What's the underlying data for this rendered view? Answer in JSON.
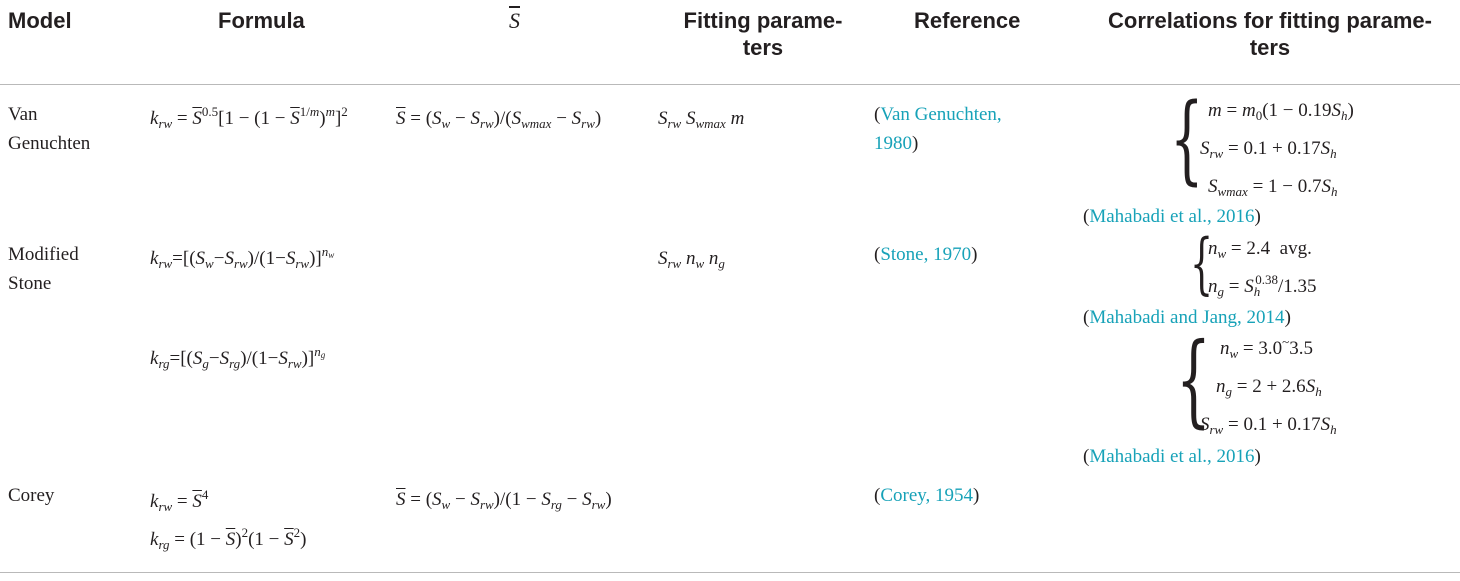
{
  "headers": {
    "model": "Model",
    "formula": "Formula",
    "sbar": "S",
    "fitting": "Fitting parame-",
    "fitting2": "ters",
    "reference": "Reference",
    "correlations": "Correlations for fitting parame-",
    "correlations2": "ters"
  },
  "rows": [
    {
      "model_line1": "Van",
      "model_line2": "Genuchten",
      "reference_a": "Van Genuchten,",
      "reference_b": "1980",
      "correlation_ref": "Mahabadi et al., 2016"
    },
    {
      "model_line1": "Modified",
      "model_line2": "Stone",
      "reference": "Stone, 1970",
      "correlation_ref_1": "Mahabadi and Jang, 2014",
      "correlation_ref_2": "Mahabadi et al., 2016",
      "nw_avg": "avg."
    },
    {
      "model_line1": "Corey",
      "reference": "Corey, 1954"
    }
  ],
  "colors": {
    "text": "#231f20",
    "link": "#17a2b8",
    "rule": "#b9b9b9"
  }
}
